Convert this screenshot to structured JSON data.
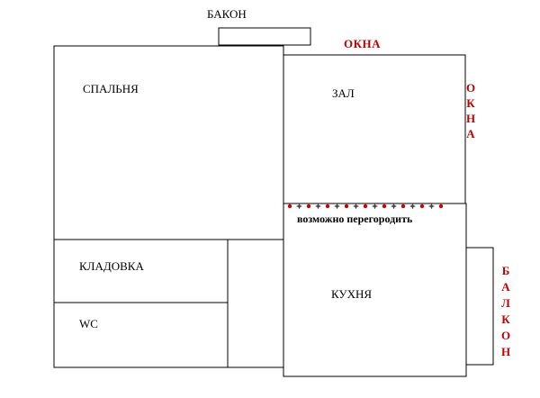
{
  "labels": {
    "top_balcony": "БАКОН",
    "top_windows": "ОКНА",
    "side_windows": "ОКНА",
    "side_balcony": "БАЛКОН",
    "bedroom": "СПАЛЬНЯ",
    "hall": "ЗАЛ",
    "storage": "КЛАДОВКА",
    "wc": "WC",
    "kitchen": "КУХНЯ",
    "partition_note": "возможно перегородить"
  },
  "colors": {
    "line": "#000000",
    "accent": "#c00000",
    "partition_star": "#444444",
    "partition_dot": "#cc0000"
  }
}
